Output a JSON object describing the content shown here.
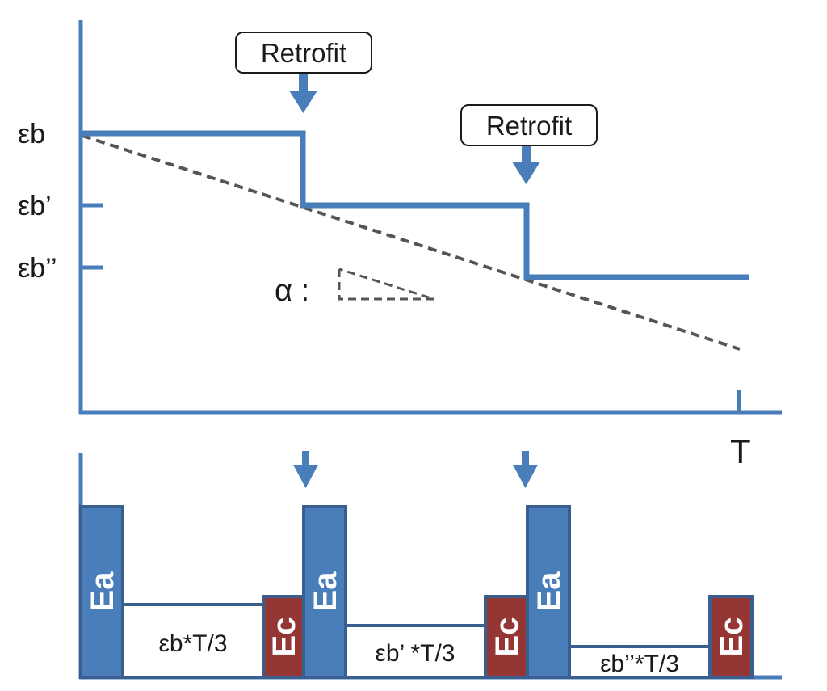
{
  "top": {
    "y_labels": [
      "εb",
      "εb’",
      "εb’’"
    ],
    "x_label": "T",
    "retrofit_label": "Retrofit",
    "alpha_label": "α :"
  },
  "bottom": {
    "ea_label": "Ea",
    "ec_label": "Ec",
    "bands": [
      "εb*T/3",
      "εb’ *T/3",
      "εb’’*T/3"
    ]
  },
  "colors": {
    "blue": "#4a7ebb",
    "blue_dark": "#3a5f8f",
    "red": "#943634",
    "dash": "#555555"
  },
  "icons": [
    "down-arrow-icon"
  ]
}
